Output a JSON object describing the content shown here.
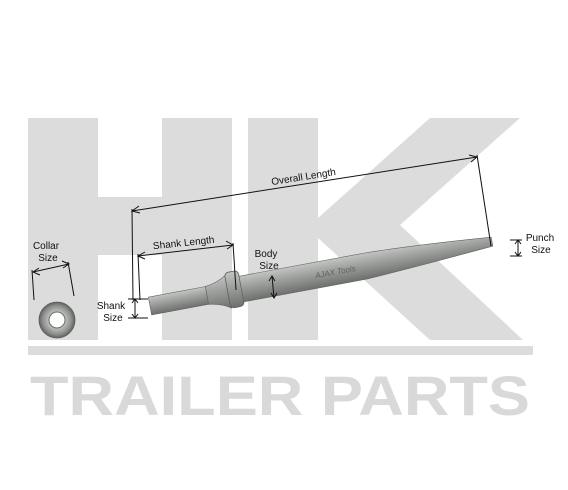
{
  "watermark": {
    "logo_text": "HK",
    "brand_text": "TRAILER PARTS",
    "color": "#d9d9d9"
  },
  "labels": {
    "overall_length": "Overall Length",
    "shank_length": "Shank Length",
    "body_size_line1": "Body",
    "body_size_line2": "Size",
    "punch_size_line1": "Punch",
    "punch_size_line2": "Size",
    "collar_size_line1": "Collar",
    "collar_size_line2": "Size",
    "shank_size_line1": "Shank",
    "shank_size_line2": "Size"
  },
  "tool": {
    "engraving": "AJAX Tools",
    "color": "#8e918d"
  }
}
